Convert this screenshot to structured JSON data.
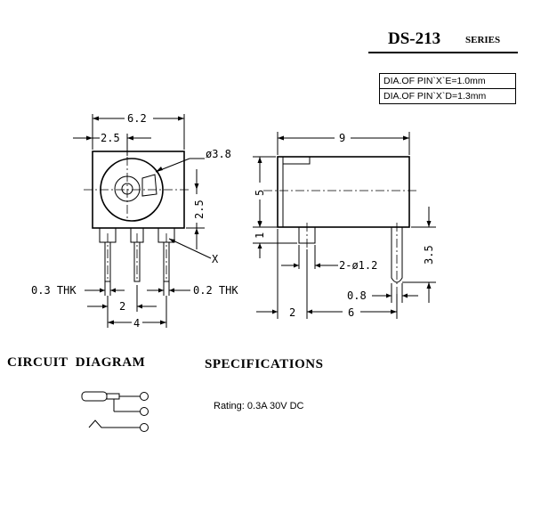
{
  "header": {
    "model": "DS-213",
    "series": "SERIES",
    "dia_notes": [
      "DIA.OF PIN`X`E=1.0mm",
      "DIA.OF PIN`X`D=1.3mm"
    ]
  },
  "front_view": {
    "dims": {
      "width": "6.2",
      "offset": "2.5",
      "hole": "ø3.8",
      "height": "2.5",
      "pin_label": "X",
      "thk_left": "0.3 THK",
      "thk_right": "0.2 THK",
      "pitch": "2",
      "span": "4"
    }
  },
  "side_view": {
    "dims": {
      "length": "9",
      "height": "5",
      "stand": "1",
      "pin_dia": "2-ø1.2",
      "pin_len": "3.5",
      "pin_w": "0.8",
      "front_off": "2",
      "pin_pitch": "6"
    }
  },
  "circuit": {
    "heading": "CIRCUIT  DIAGRAM"
  },
  "specs": {
    "heading": "SPECIFICATIONS",
    "rating": "Rating: 0.3A 30V DC"
  }
}
